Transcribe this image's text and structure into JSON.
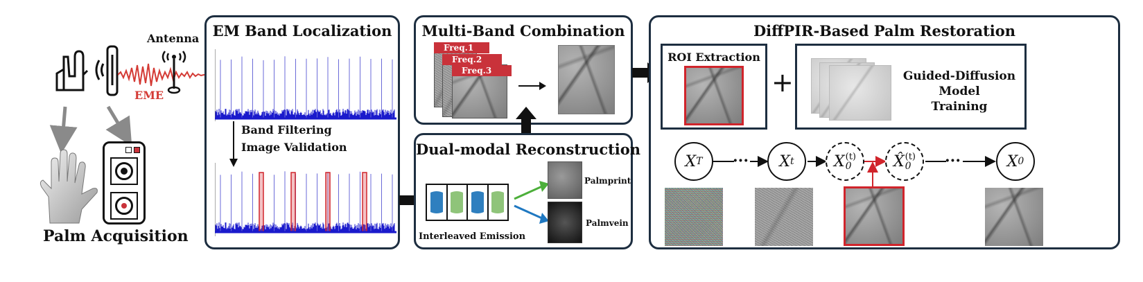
{
  "acquisition": {
    "antenna_label": "Antenna",
    "eme_label": "EME",
    "title": "Palm Acquisition"
  },
  "em_band": {
    "title": "EM Band Localization",
    "step_line1": "Band Filtering",
    "step_line2": "Image Validation"
  },
  "multi_band": {
    "title": "Multi-Band Combination",
    "freq_labels": [
      "Freq.1",
      "Freq.2",
      "Freq.3"
    ]
  },
  "dual_modal": {
    "title": "Dual-modal Reconstruction",
    "emission_label": "Interleaved Emission",
    "palmprint_label": "Palmprint",
    "palmvein_label": "Palmvein",
    "emission_colors": [
      "#2f7fbf",
      "#8fc47a",
      "#2f7fbf",
      "#8fc47a"
    ]
  },
  "diffpir": {
    "title": "DiffPIR-Based Palm Restoration",
    "roi_title": "ROI Extraction",
    "plus_sign": "+",
    "model_line1": "Guided-Diffusion",
    "model_line2": "Model",
    "model_line3": "Training",
    "nodes": {
      "xT": {
        "base": "X",
        "sub": "T",
        "sup": ""
      },
      "xt": {
        "base": "X",
        "sub": "t",
        "sup": ""
      },
      "x0t": {
        "base": "X",
        "sub": "0",
        "sup": "(t)"
      },
      "x0hat": {
        "base": "X̂",
        "sub": "0",
        "sup": "(t)"
      },
      "x0": {
        "base": "X",
        "sub": "0",
        "sup": ""
      }
    },
    "ellipsis": "···"
  },
  "colors": {
    "panel_border": "#1d2e40",
    "accent_red": "#c9323a",
    "spectrum_blue": "#1a1acc",
    "arrow_gray": "#8a8a8a",
    "green_arrow": "#4caf3a",
    "blue_arrow": "#1f78c1"
  }
}
